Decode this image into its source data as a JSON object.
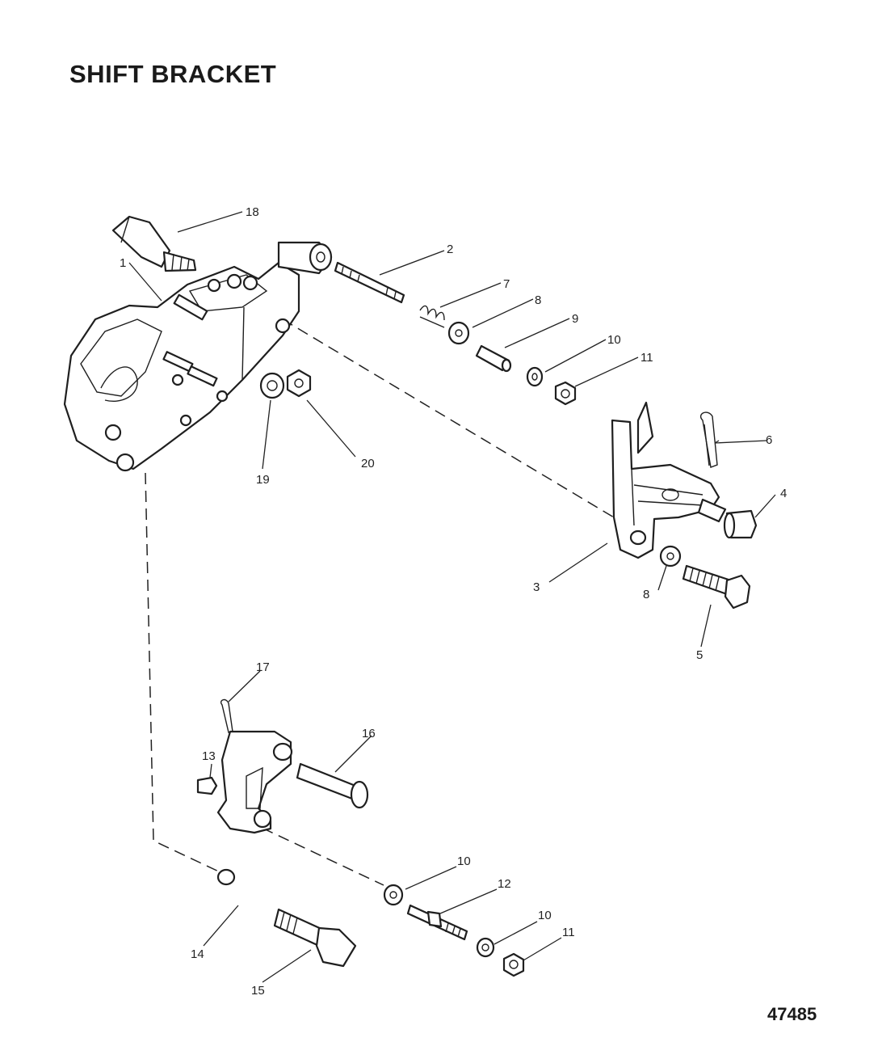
{
  "title": "SHIFT BRACKET",
  "figure_number": "47485",
  "callouts": [
    {
      "id": "c1",
      "label": "1"
    },
    {
      "id": "c2",
      "label": "2"
    },
    {
      "id": "c3",
      "label": "3"
    },
    {
      "id": "c4",
      "label": "4"
    },
    {
      "id": "c5",
      "label": "5"
    },
    {
      "id": "c6",
      "label": "6"
    },
    {
      "id": "c7",
      "label": "7"
    },
    {
      "id": "c8a",
      "label": "8"
    },
    {
      "id": "c8b",
      "label": "8"
    },
    {
      "id": "c9",
      "label": "9"
    },
    {
      "id": "c10a",
      "label": "10"
    },
    {
      "id": "c10b",
      "label": "10"
    },
    {
      "id": "c10c",
      "label": "10"
    },
    {
      "id": "c11a",
      "label": "11"
    },
    {
      "id": "c11b",
      "label": "11"
    },
    {
      "id": "c12",
      "label": "12"
    },
    {
      "id": "c13",
      "label": "13"
    },
    {
      "id": "c14",
      "label": "14"
    },
    {
      "id": "c15",
      "label": "15"
    },
    {
      "id": "c16",
      "label": "16"
    },
    {
      "id": "c17",
      "label": "17"
    },
    {
      "id": "c18",
      "label": "18"
    },
    {
      "id": "c19",
      "label": "19"
    },
    {
      "id": "c20",
      "label": "20"
    }
  ]
}
